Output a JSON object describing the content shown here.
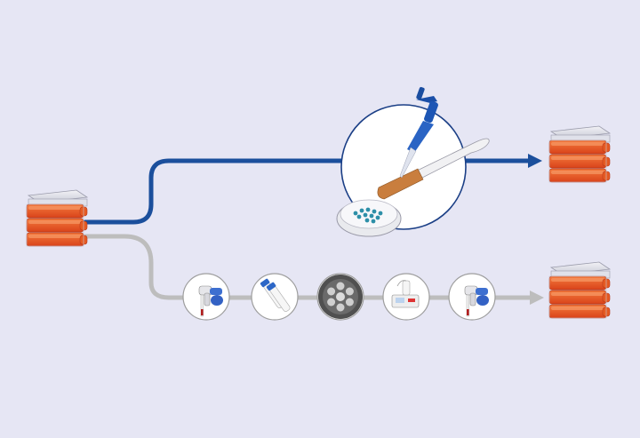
{
  "colors": {
    "background": "#e6e6f4",
    "blue_path": "#1b4f9c",
    "gray_path": "#bdbdbd",
    "flask_orange": "#e8541e",
    "flask_clear": "#dcdde6",
    "circle_border": "#1b3f86"
  },
  "diagram": {
    "nodes": [
      {
        "id": "source-flask-stack",
        "icon": "cell-culture-flask-stack"
      },
      {
        "id": "target-flask-stack-top",
        "icon": "cell-culture-flask-stack"
      },
      {
        "id": "target-flask-stack-bottom",
        "icon": "cell-culture-flask-stack"
      },
      {
        "id": "direct-passage-step",
        "icon": "pipette-spatula-petri-dish-icon"
      },
      {
        "id": "step-1",
        "icon": "serological-pipette-controller-icon"
      },
      {
        "id": "step-2",
        "icon": "centrifuge-tubes-icon"
      },
      {
        "id": "step-3",
        "icon": "centrifuge-rotor-icon"
      },
      {
        "id": "step-4",
        "icon": "cell-counter-instrument-icon"
      },
      {
        "id": "step-5",
        "icon": "serological-pipette-controller-icon"
      }
    ],
    "paths": [
      {
        "id": "blue-path",
        "color": "blue_path",
        "arrow": "right"
      },
      {
        "id": "gray-path",
        "color": "gray_path",
        "arrow": "right"
      }
    ]
  }
}
